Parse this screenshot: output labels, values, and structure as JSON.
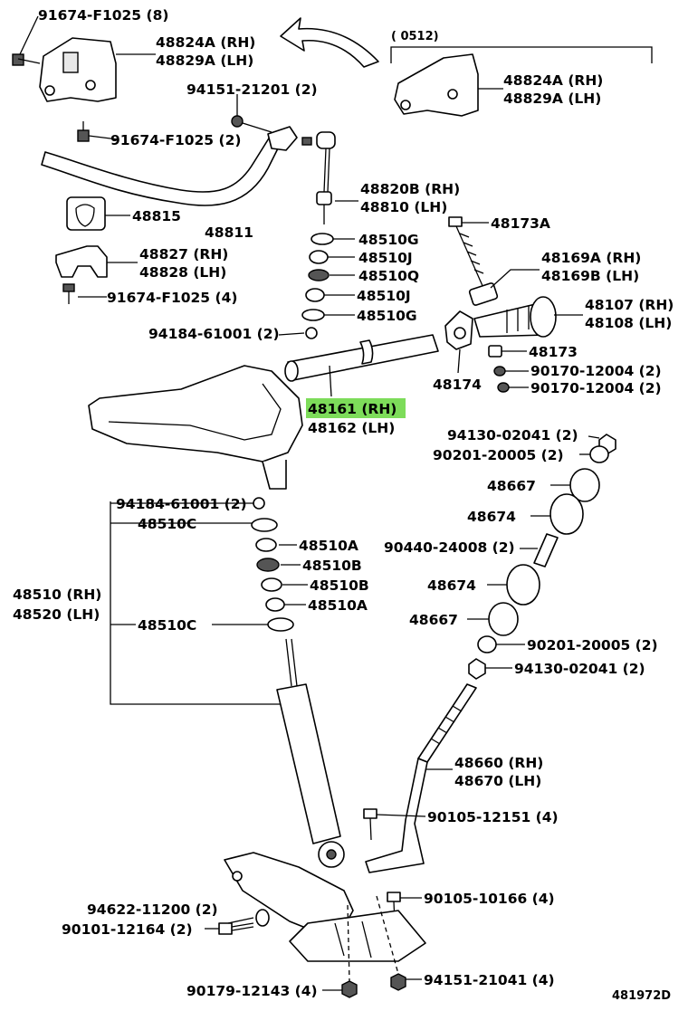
{
  "labels": {
    "l01": "91674-F1025 (8)",
    "l02": "48824A (RH)",
    "l03": "48829A (LH)",
    "l04": "(      0512)",
    "l05": "48824A (RH)",
    "l06": "48829A (LH)",
    "l07": "94151-21201 (2)",
    "l08": "91674-F1025 (2)",
    "l09": "48820B (RH)",
    "l10": "48810 (LH)",
    "l11": "48815",
    "l12": "48811",
    "l13": "48173A",
    "l14": "48510G",
    "l15": "48827 (RH)",
    "l16": "48828 (LH)",
    "l17": "48510J",
    "l18": "48169A (RH)",
    "l19": "48510Q",
    "l20": "48169B (LH)",
    "l21": "91674-F1025 (4)",
    "l22": "48510J",
    "l23": "48107 (RH)",
    "l24": "48510G",
    "l25": "48108 (LH)",
    "l26": "94184-61001 (2)",
    "l27": "48173",
    "l28": "90170-12004 (2)",
    "l29": "48174",
    "l30": "90170-12004 (2)",
    "l31": "48161 (RH)",
    "l32": "48162 (LH)",
    "l33": "94130-02041 (2)",
    "l34": "90201-20005 (2)",
    "l35": "48667",
    "l36": "94184-61001 (2)",
    "l37": "48674",
    "l38": "48510C",
    "l39": "48510A",
    "l40": "90440-24008 (2)",
    "l41": "48510B",
    "l42": "48510 (RH)",
    "l43": "48674",
    "l44": "48510B",
    "l45": "48520 (LH)",
    "l46": "48510A",
    "l47": "48667",
    "l48": "48510C",
    "l49": "90201-20005 (2)",
    "l50": "94130-02041 (2)",
    "l51": "48660 (RH)",
    "l52": "48670 (LH)",
    "l53": "90105-12151 (4)",
    "l54": "90105-10166 (4)",
    "l55": "94622-11200 (2)",
    "l56": "90101-12164 (2)",
    "l57": "94151-21041 (4)",
    "l58": "90179-12143 (4)",
    "l59": "481972D"
  },
  "highlight_color": "#7ddc5a"
}
